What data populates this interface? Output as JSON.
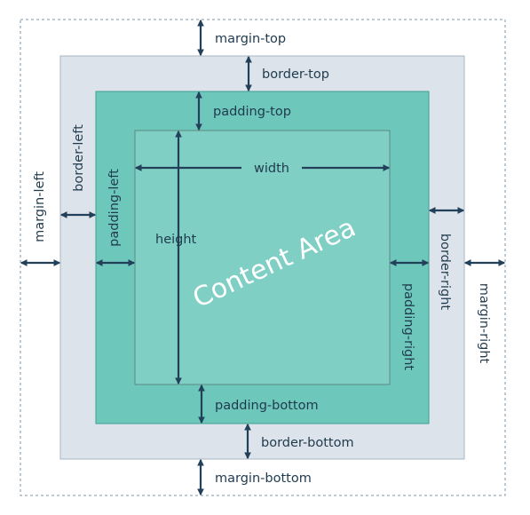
{
  "colors": {
    "background": "#ffffff",
    "margin_border": "#7d96ad",
    "border_fill": "#dde3ea",
    "border_stroke": "#a7b4c1",
    "padding_fill": "#6ec7bb",
    "padding_stroke": "#3f9f92",
    "content_fill": "#7fcfc4",
    "content_stroke": "#5c8a84",
    "arrow": "#23405a",
    "text": "#1f3a4d",
    "content_text": "#ffffff"
  },
  "labels": {
    "margin_top": "margin-top",
    "margin_bottom": "margin-bottom",
    "margin_left": "margin-left",
    "margin_right": "margin-right",
    "border_top": "border-top",
    "border_bottom": "border-bottom",
    "border_left": "border-left",
    "border_right": "border-right",
    "padding_top": "padding-top",
    "padding_bottom": "padding-bottom",
    "padding_left": "padding-left",
    "padding_right": "padding-right",
    "width": "width",
    "height": "height",
    "content_area": "Content Area"
  }
}
